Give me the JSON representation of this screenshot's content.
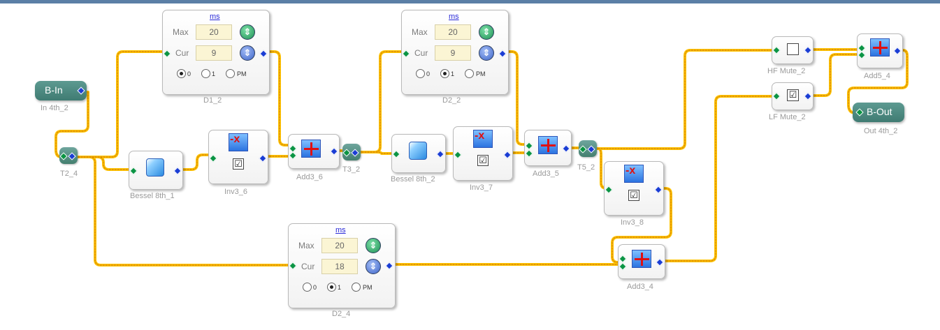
{
  "blocks": {
    "b_in": {
      "label": "B-In",
      "caption": "In 4th_2"
    },
    "t2_4": {
      "caption": "T2_4"
    },
    "bessel_1": {
      "caption": "Bessel 8th_1"
    },
    "inv3_6": {
      "caption": "Inv3_6"
    },
    "add3_6": {
      "caption": "Add3_6"
    },
    "t3_2": {
      "caption": "T3_2"
    },
    "bessel_2": {
      "caption": "Bessel 8th_2"
    },
    "inv3_7": {
      "caption": "Inv3_7"
    },
    "add3_5": {
      "caption": "Add3_5"
    },
    "t5_2": {
      "caption": "T5_2"
    },
    "inv3_8": {
      "caption": "Inv3_8"
    },
    "add3_4": {
      "caption": "Add3_4"
    },
    "hf_mute": {
      "caption": "HF Mute_2"
    },
    "lf_mute": {
      "caption": "LF Mute_2"
    },
    "add5_4": {
      "caption": "Add5_4"
    },
    "b_out": {
      "label": "B-Out",
      "caption": "Out 4th_2"
    }
  },
  "delays": [
    {
      "name": "D1_2",
      "unit": "ms",
      "max_label": "Max",
      "cur_label": "Cur",
      "max": "20",
      "cur": "9",
      "options": [
        "0",
        "1",
        "PM"
      ],
      "selected": "0"
    },
    {
      "name": "D2_2",
      "unit": "ms",
      "max_label": "Max",
      "cur_label": "Cur",
      "max": "20",
      "cur": "9",
      "options": [
        "0",
        "1",
        "PM"
      ],
      "selected": "1"
    },
    {
      "name": "D2_4",
      "unit": "ms",
      "max_label": "Max",
      "cur_label": "Cur",
      "max": "20",
      "cur": "18",
      "options": [
        "0",
        "1",
        "PM"
      ],
      "selected": "1"
    }
  ],
  "colors": {
    "wire": "#ffc400",
    "wire_dash": "#d98a00",
    "in_pin": "#0b9444",
    "out_pin": "#1a3dd4",
    "node": "#4a867d",
    "header": "#5b7fa6"
  },
  "icons": {
    "spin_up": "⇕",
    "spin_down": "⇕",
    "invert": "-x",
    "check": "☑"
  }
}
